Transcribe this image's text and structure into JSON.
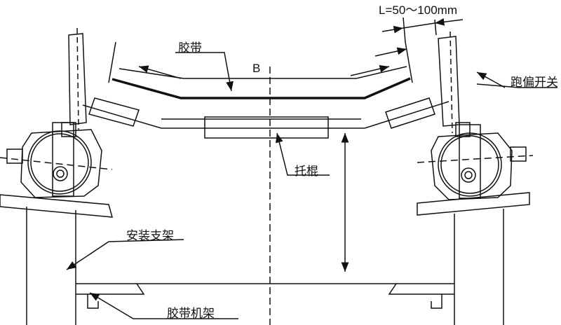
{
  "labels": {
    "dimension_L": "L=50～100mm",
    "belt": "胶带",
    "belt_width": "B",
    "deviation_switch": "跑偏开关",
    "idler": "托棍",
    "mounting_bracket": "安装支架",
    "conveyor_frame": "胶带机架"
  },
  "colors": {
    "line": "#111111",
    "background": "#ffffff"
  }
}
